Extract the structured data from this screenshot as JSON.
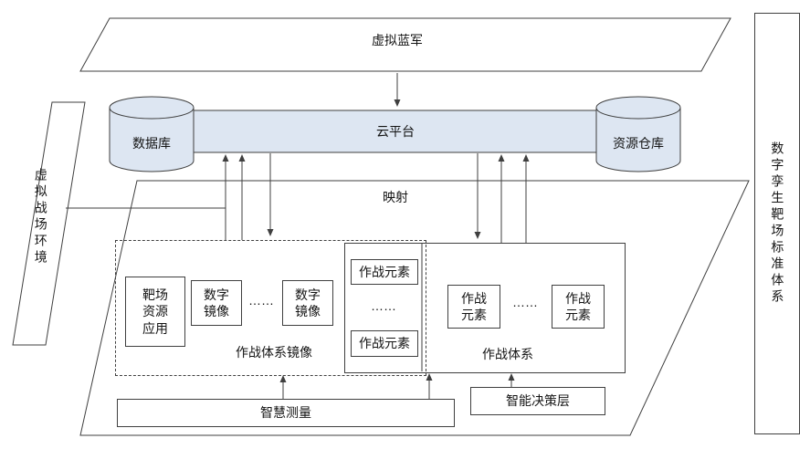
{
  "colors": {
    "shape_fill": "#dde6f2",
    "stroke": "#3f3f3f"
  },
  "top_band": {
    "label": "虚拟蓝军"
  },
  "platform": {
    "cloud_label": "云平台",
    "database_label": "数据库",
    "repository_label": "资源仓库"
  },
  "panels": {
    "left_label": "虚拟战场环境",
    "right_label": "数字孪生靶场标准体系"
  },
  "mapping_label": "映射",
  "mirror_group": {
    "title": "作战体系镜像",
    "range_resource_app": "靶场\n资源\n应用",
    "digital_mirror_1": "数字\n镜像",
    "digital_mirror_2": "数字\n镜像",
    "dots": "……"
  },
  "overlap_group": {
    "element_top": "作战元素",
    "dots": "……",
    "element_bottom": "作战元素"
  },
  "system_group": {
    "title": "作战体系",
    "element_left": "作战\n元素",
    "dots": "……",
    "element_right": "作战\n元素"
  },
  "bottom": {
    "measurement_label": "智慧测量",
    "decision_label": "智能决策层"
  }
}
